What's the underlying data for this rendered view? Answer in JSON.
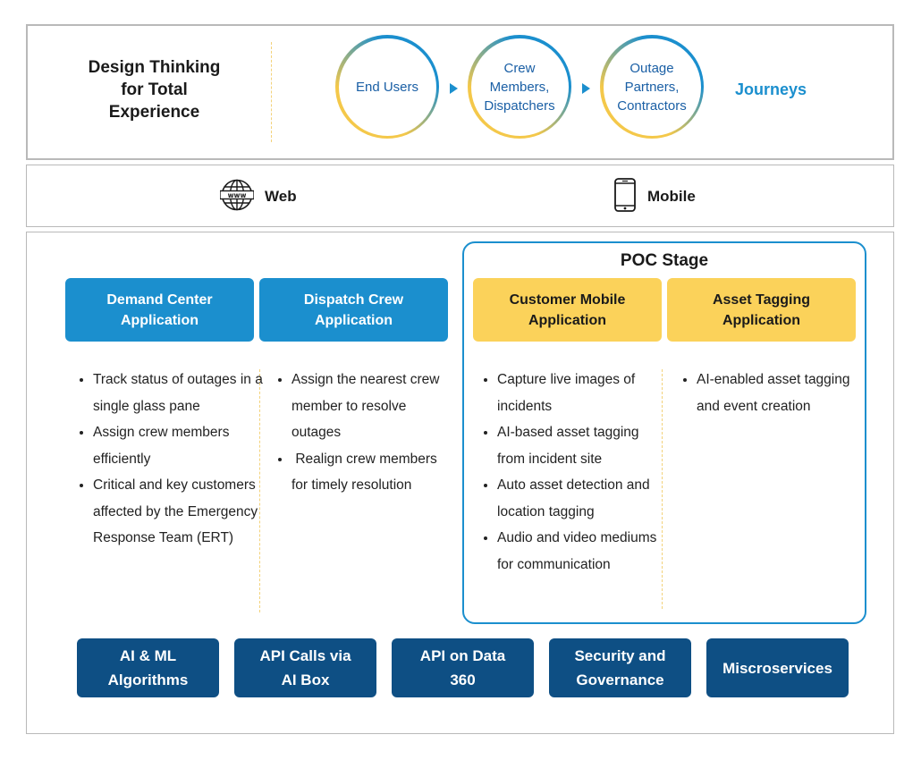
{
  "header": {
    "title_lines": [
      "Design Thinking",
      "for Total",
      "Experience"
    ],
    "journeys": [
      {
        "lines": [
          "End Users"
        ]
      },
      {
        "lines": [
          "Crew",
          "Members,",
          "Dispatchers"
        ]
      },
      {
        "lines": [
          "Outage",
          "Partners,",
          "Contractors"
        ]
      }
    ],
    "journeys_label": "Journeys"
  },
  "channels": {
    "web": {
      "label": "Web",
      "icon": "globe-www-icon"
    },
    "mobile": {
      "label": "Mobile",
      "icon": "smartphone-icon"
    }
  },
  "poc": {
    "title": "POC Stage"
  },
  "applications": [
    {
      "title_lines": [
        "Demand Center",
        "Application"
      ],
      "style": "blue",
      "bullets": [
        "Track status of outages in a single glass pane",
        "Assign crew members efficiently",
        "Critical and key customers affected by the Emergency Response Team (ERT)"
      ]
    },
    {
      "title_lines": [
        "Dispatch Crew",
        "Application"
      ],
      "style": "blue",
      "bullets": [
        "Assign the nearest crew member to resolve outages",
        " Realign crew members for timely resolution"
      ]
    },
    {
      "title_lines": [
        "Customer Mobile",
        "Application"
      ],
      "style": "yellow",
      "bullets": [
        "Capture live images of incidents",
        "AI-based asset tagging from incident site",
        "Auto asset detection and location tagging",
        "Audio and video mediums for communication"
      ]
    },
    {
      "title_lines": [
        "Asset Tagging",
        "Application"
      ],
      "style": "yellow",
      "bullets": [
        "AI-enabled asset tagging and event creation"
      ]
    }
  ],
  "foundation": [
    {
      "lines": [
        "AI & ML",
        "Algorithms"
      ]
    },
    {
      "lines": [
        "API Calls via",
        "AI Box"
      ]
    },
    {
      "lines": [
        "API on Data",
        "360"
      ]
    },
    {
      "lines": [
        "Security and",
        "Governance"
      ]
    },
    {
      "lines": [
        "Miscroservices"
      ]
    }
  ],
  "colors": {
    "primary_blue": "#1b8fce",
    "dark_blue": "#0e4f84",
    "yellow": "#fbd25a",
    "gold": "#f4c84a"
  }
}
